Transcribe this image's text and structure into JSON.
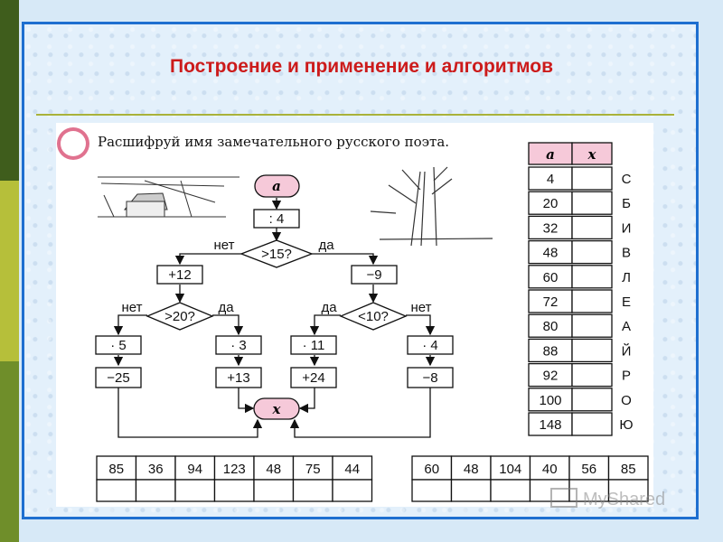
{
  "title": "Построение и применение и алгоритмов",
  "task": "Расшифруй имя замечательного русского поэта.",
  "flow": {
    "start": "a",
    "step1": ": 4",
    "cond1": ">15?",
    "no": "нет",
    "yes": "да",
    "left_op": "+12",
    "right_op": "−9",
    "cond2": ">20?",
    "cond3": "<10?",
    "op_a1": "· 5",
    "op_a2": "−25",
    "op_b1": "· 3",
    "op_b2": "+13",
    "op_c1": "· 11",
    "op_c2": "+24",
    "op_d1": "· 4",
    "op_d2": "−8",
    "end": "x"
  },
  "lookup": {
    "header_a": "a",
    "header_x": "x",
    "rows": [
      {
        "a": "4",
        "letter": "С"
      },
      {
        "a": "20",
        "letter": "Б"
      },
      {
        "a": "32",
        "letter": "И"
      },
      {
        "a": "48",
        "letter": "В"
      },
      {
        "a": "60",
        "letter": "Л"
      },
      {
        "a": "72",
        "letter": "Е"
      },
      {
        "a": "80",
        "letter": "А"
      },
      {
        "a": "88",
        "letter": "Й"
      },
      {
        "a": "92",
        "letter": "Р"
      },
      {
        "a": "100",
        "letter": "О"
      },
      {
        "a": "148",
        "letter": "Ю"
      }
    ]
  },
  "answer1": [
    "85",
    "36",
    "94",
    "123",
    "48",
    "75",
    "44"
  ],
  "answer2": [
    "60",
    "48",
    "104",
    "40",
    "56",
    "85"
  ],
  "watermark": "MyShared",
  "colors": {
    "title": "#cc1b1b",
    "frame": "#1e6fd0",
    "terminator": "#f6c9d9",
    "bullet": "#e0728f"
  }
}
